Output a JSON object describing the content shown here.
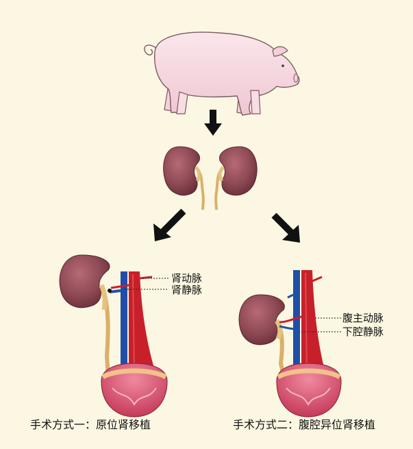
{
  "labels": {
    "renal_artery": "肾动脉",
    "renal_vein": "肾静脉",
    "abdominal_aorta": "腹主动脉",
    "inferior_vena_cava": "下腔静脉"
  },
  "captions": {
    "method_one": "手术方式一：原位肾移植",
    "method_two": "手术方式二：腹腔异位肾移植"
  },
  "colors": {
    "background": "#fbf7e2",
    "pig": "#f6dce3",
    "kidney": "#8e4a55",
    "ureter": "#d9b06a",
    "artery": "#c8202a",
    "vein": "#1f4fa8",
    "bladder": "#d8516e",
    "arrow": "#111111"
  }
}
